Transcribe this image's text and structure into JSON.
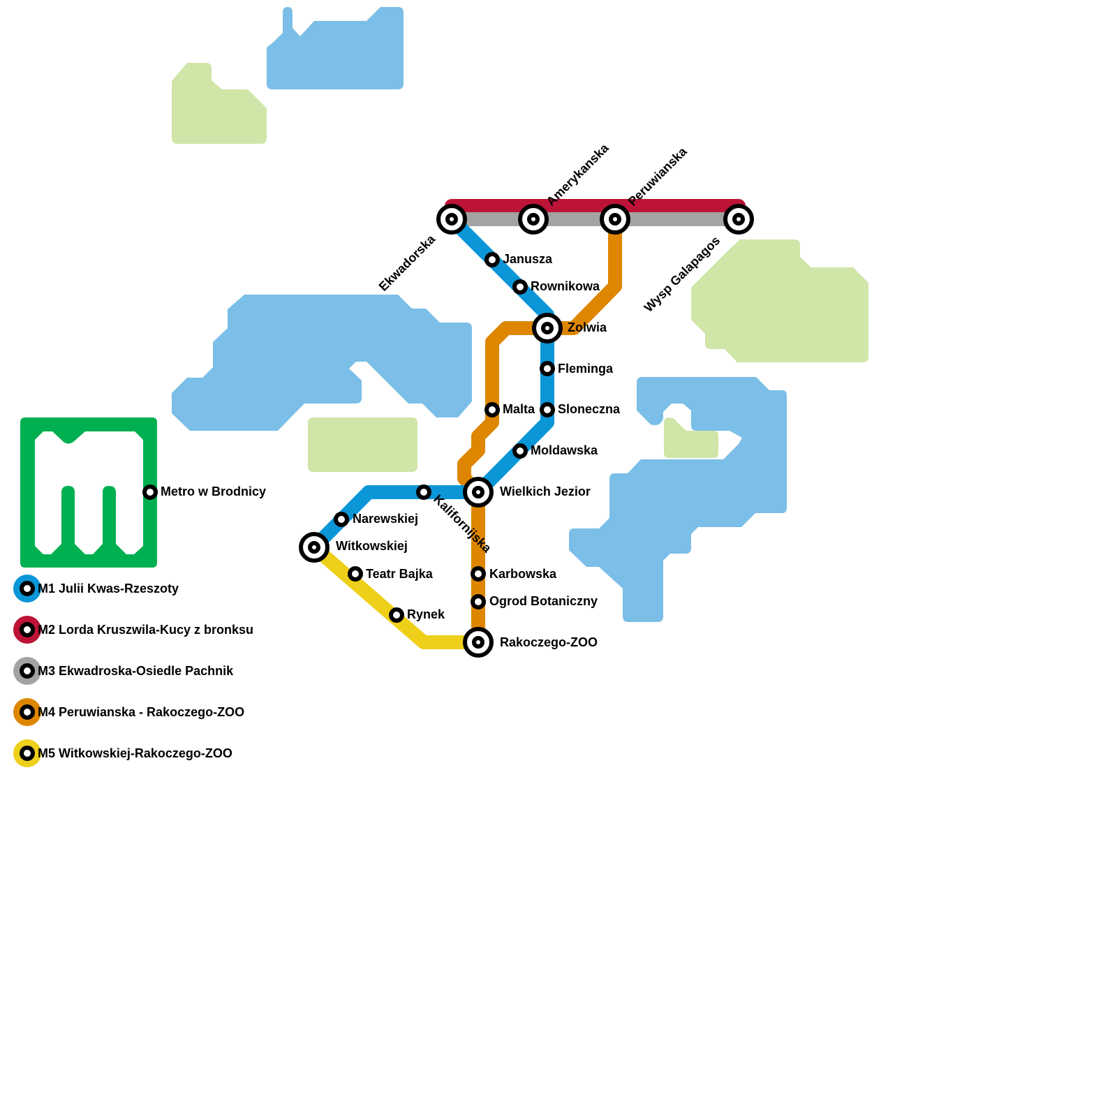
{
  "map": {
    "title": "Metro w Brodnicy",
    "logo_color": "#00b050",
    "colors": {
      "water": "#7bbee7",
      "park": "#d0e5a8"
    }
  },
  "lines": [
    {
      "id": "M1",
      "label": "M1 Julii Kwas-Rzeszoty",
      "color": "#0b96d8"
    },
    {
      "id": "M2",
      "label": "M2 Lorda Kruszwila-Kucy z bronksu",
      "color": "#bc1337"
    },
    {
      "id": "M3",
      "label": "M3 Ekwadroska-Osiedle Pachnik",
      "color": "#a3a3a3"
    },
    {
      "id": "M4",
      "label": "M4 Peruwianska - Rakoczego-ZOO",
      "color": "#de8600"
    },
    {
      "id": "M5",
      "label": "M5 Witkowskiej-Rakoczego-ZOO",
      "color": "#eecf1a"
    }
  ],
  "stations": {
    "ekwadorska": "Ekwadorska",
    "amerykanska": "Amerykanska",
    "peruwianska": "Peruwianska",
    "wysp_galapagos": "Wysp Galapagos",
    "janusza": "Janusza",
    "rownikowa": "Rownikowa",
    "zolwia": "Zolwia",
    "fleminga": "Fleminga",
    "malta": "Malta",
    "sloneczna": "Sloneczna",
    "moldawska": "Moldawska",
    "wielkich_jezior": "Wielkich Jezior",
    "kalifornijska": "Kalifornijska",
    "narewskiej": "Narewskiej",
    "witkowskiej": "Witkowskiej",
    "teatr_bajka": "Teatr Bajka",
    "rynek": "Rynek",
    "karbowska": "Karbowska",
    "ogrod_botaniczny": "Ogrod Botaniczny",
    "rakoczego_zoo": "Rakoczego-ZOO"
  }
}
